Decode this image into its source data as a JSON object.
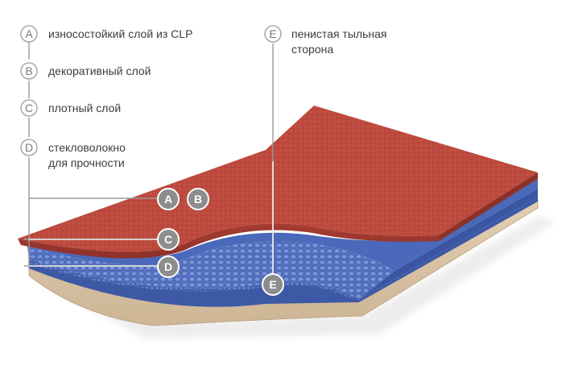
{
  "legend": [
    {
      "letter": "A",
      "text": "износостойкий слой из CLP"
    },
    {
      "letter": "B",
      "text": "декоративный слой"
    },
    {
      "letter": "C",
      "text": "плотный слой"
    },
    {
      "letter": "D",
      "text_line1": "стекловолокно",
      "text_line2": "для прочности"
    },
    {
      "letter": "E",
      "text_line1": "пенистая тыльная",
      "text_line2": "сторона"
    }
  ],
  "markers": {
    "a": "A",
    "b": "B",
    "c": "C",
    "d": "D",
    "e": "E"
  },
  "colors": {
    "red_layer": "#b8463a",
    "blue_layer": "#4a68b8",
    "mesh_layer": "#6080cc",
    "foam_back": "#d9c4a4",
    "marker": "#8d8d8d",
    "leader_line": "#9a9a9a"
  }
}
